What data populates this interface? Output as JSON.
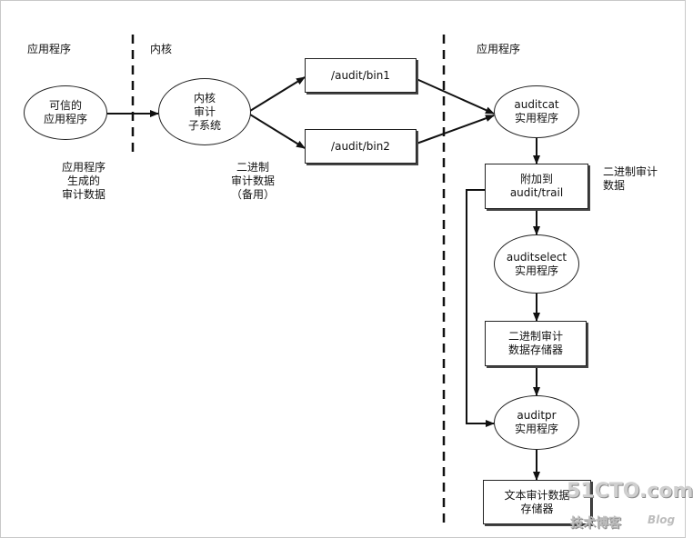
{
  "sections": {
    "left_app": "应用程序",
    "kernel": "内核",
    "right_app": "应用程序"
  },
  "nodes": {
    "trusted_app": "可信的\n应用程序",
    "kernel_audit": "内核\n审计\n子系统",
    "bin1": "/audit/bin1",
    "bin2": "/audit/bin2",
    "auditcat": "auditcat\n实用程序",
    "append_trail": "附加到\naudit/trail",
    "auditselect": "auditselect\n实用程序",
    "binary_store": "二进制审计\n数据存储器",
    "auditpr": "auditpr\n实用程序",
    "text_store": "文本审计数据\n存储器"
  },
  "annotations": {
    "app_generated": "应用程序\n生成的\n审计数据",
    "binary_backup": "二进制\n审计数据\n（备用）",
    "binary_audit": "二进制审计\n数据"
  },
  "watermark": {
    "site": "51CTO.com",
    "tagline": "技术博客",
    "blog": "Blog"
  }
}
